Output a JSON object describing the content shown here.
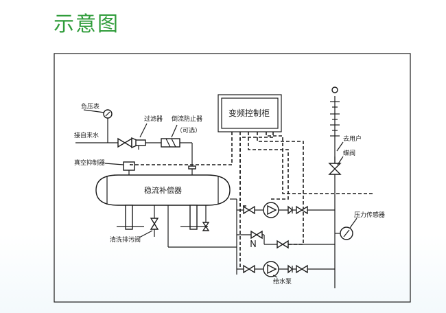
{
  "title": "示意图",
  "labels": {
    "negative_pressure_gauge": "负压表",
    "from_tap_water": "接自来水",
    "filter": "过滤器",
    "backflow_preventer": "倒流防止器",
    "optional": "（可选）",
    "vacuum_suppressor": "真空抑制器",
    "stabilizer_tank": "稳流补偿器",
    "drain_valve": "清洗排污阀",
    "vfd_cabinet": "变频控制柜",
    "to_user": "去用户",
    "butterfly_valve": "蝶阀",
    "pressure_sensor": "压力传感器",
    "feed_pump": "给水泵"
  },
  "colors": {
    "title": "#2f9c3a",
    "line": "#1a1a1a"
  }
}
